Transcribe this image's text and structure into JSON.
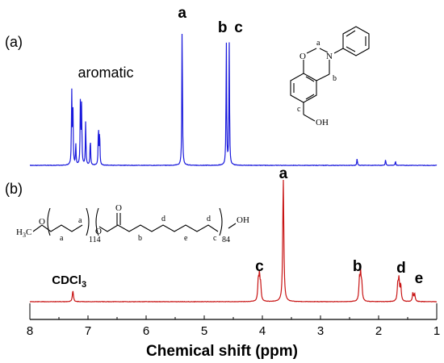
{
  "chart_data": [
    {
      "type": "line",
      "panel": "(a)",
      "color": "#1a1adc",
      "x_reversed": true,
      "xlim": [
        8,
        1
      ],
      "series": [
        {
          "values": [
            {
              "x": 7.28,
              "y": 0.5
            },
            {
              "x": 7.26,
              "y": 0.4
            },
            {
              "x": 7.21,
              "y": 0.14
            },
            {
              "x": 7.13,
              "y": 0.47
            },
            {
              "x": 7.11,
              "y": 0.4
            },
            {
              "x": 7.04,
              "y": 0.3
            },
            {
              "x": 6.96,
              "y": 0.19
            },
            {
              "x": 6.82,
              "y": 0.27
            },
            {
              "x": 6.8,
              "y": 0.23
            },
            {
              "x": 5.38,
              "y": 1.0
            },
            {
              "x": 4.62,
              "y": 0.85
            },
            {
              "x": 4.57,
              "y": 0.83
            },
            {
              "x": 2.37,
              "y": 0.05
            },
            {
              "x": 1.88,
              "y": 0.04
            },
            {
              "x": 1.71,
              "y": 0.03
            }
          ]
        }
      ],
      "annotations": [
        {
          "text": "aromatic",
          "x": 7.0
        },
        {
          "text": "a",
          "x": 5.38
        },
        {
          "text": "b",
          "x": 4.63
        },
        {
          "text": "c",
          "x": 4.52
        }
      ],
      "structure_labels": {
        "o": "O",
        "n": "N",
        "oh": "OH",
        "a": "a",
        "b": "b",
        "c": "c"
      }
    },
    {
      "type": "line",
      "panel": "(b)",
      "color": "#c81414",
      "x_reversed": true,
      "xlim": [
        8,
        1
      ],
      "series": [
        {
          "values": [
            {
              "x": 7.26,
              "y": 0.09
            },
            {
              "x": 4.07,
              "y": 0.16
            },
            {
              "x": 4.05,
              "y": 0.19
            },
            {
              "x": 4.03,
              "y": 0.12
            },
            {
              "x": 3.64,
              "y": 1.0
            },
            {
              "x": 2.33,
              "y": 0.16
            },
            {
              "x": 2.31,
              "y": 0.2
            },
            {
              "x": 2.29,
              "y": 0.13
            },
            {
              "x": 1.67,
              "y": 0.13
            },
            {
              "x": 1.65,
              "y": 0.17
            },
            {
              "x": 1.62,
              "y": 0.13
            },
            {
              "x": 1.41,
              "y": 0.07
            },
            {
              "x": 1.38,
              "y": 0.06
            }
          ]
        }
      ],
      "annotations": [
        {
          "text": "CDCl",
          "sub": "3",
          "x": 7.26
        },
        {
          "text": "c",
          "x": 4.05
        },
        {
          "text": "a",
          "x": 3.64
        },
        {
          "text": "b",
          "x": 2.31
        },
        {
          "text": "d",
          "x": 1.64
        },
        {
          "text": "e",
          "x": 1.39
        }
      ],
      "structure_labels": {
        "h3c": "H3C",
        "o": "O",
        "oh": "OH",
        "n1": "114",
        "n2": "84",
        "a": "a",
        "b": "b",
        "c": "c",
        "d": "d",
        "e": "e"
      }
    }
  ],
  "axis": {
    "xlabel": "Chemical shift (ppm)",
    "ticks": [
      "8",
      "7",
      "6",
      "5",
      "4",
      "3",
      "2",
      "1"
    ]
  }
}
